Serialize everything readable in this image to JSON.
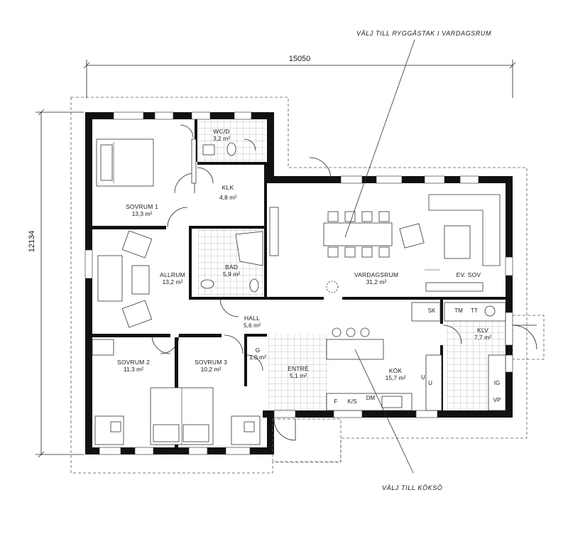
{
  "dimensions": {
    "width": "15050",
    "depth": "12134"
  },
  "notes": {
    "ridge_roof": "VÄLJ TILL RYGGÅSTAK I VARDAGSRUM",
    "kitchen_island": "VÄLJ TILL KÖKSÖ"
  },
  "rooms": {
    "sovrum1": {
      "name": "SOVRUM 1",
      "area": "13,3 m²"
    },
    "wcd": {
      "name": "WC/D",
      "area": "3,2 m²"
    },
    "klk": {
      "name": "KLK",
      "area": "4,8 m²"
    },
    "allrum": {
      "name": "ALLRUM",
      "area": "13,2 m²"
    },
    "bad": {
      "name": "BAD",
      "area": "5,9 m²"
    },
    "vardagsrum": {
      "name": "VARDAGSRUM",
      "area": "31,2 m²"
    },
    "evsov": {
      "name": "EV. SOV"
    },
    "hall": {
      "name": "HALL",
      "area": "5,6 m²"
    },
    "klv": {
      "name": "KLV",
      "area": "7,7 m²"
    },
    "sovrum2": {
      "name": "SOVRUM 2",
      "area": "11,3 m²"
    },
    "sovrum3": {
      "name": "SOVRUM 3",
      "area": "10,2 m²"
    },
    "g": {
      "name": "G",
      "area": "1,0 m²"
    },
    "entre": {
      "name": "ENTRÉ",
      "area": "5,1 m²"
    },
    "kok": {
      "name": "KÖK",
      "area": "15,7 m²"
    }
  },
  "fixtures": {
    "sk": "SK",
    "tm": "TM",
    "tt": "TT",
    "u1": "U",
    "u2": "U",
    "ig": "IG",
    "vp": "VP",
    "f": "F",
    "ks": "K/S",
    "dm": "DM"
  }
}
